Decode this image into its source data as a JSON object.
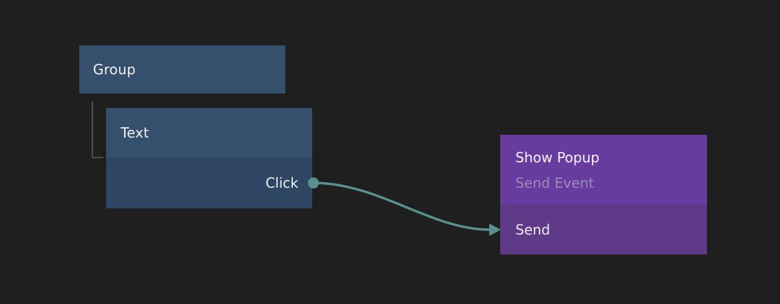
{
  "canvas": {
    "background_color": "#201f1f"
  },
  "nodes": {
    "group": {
      "title": "Group",
      "color": "#35506c"
    },
    "text": {
      "title": "Text",
      "header_color": "#35506c",
      "body_color": "#2e4663",
      "ports": {
        "output": {
          "label": "Click"
        }
      }
    },
    "show_popup": {
      "title": "Show Popup",
      "subtitle": "Send Event",
      "header_color": "#673c9e",
      "body_color": "#5e3a88",
      "ports": {
        "input": {
          "label": "Send"
        }
      }
    }
  },
  "edge": {
    "from_port": "Click",
    "to_port": "Send",
    "color": "#579290"
  },
  "hierarchy_line": {
    "color": "#4f4d4d"
  }
}
